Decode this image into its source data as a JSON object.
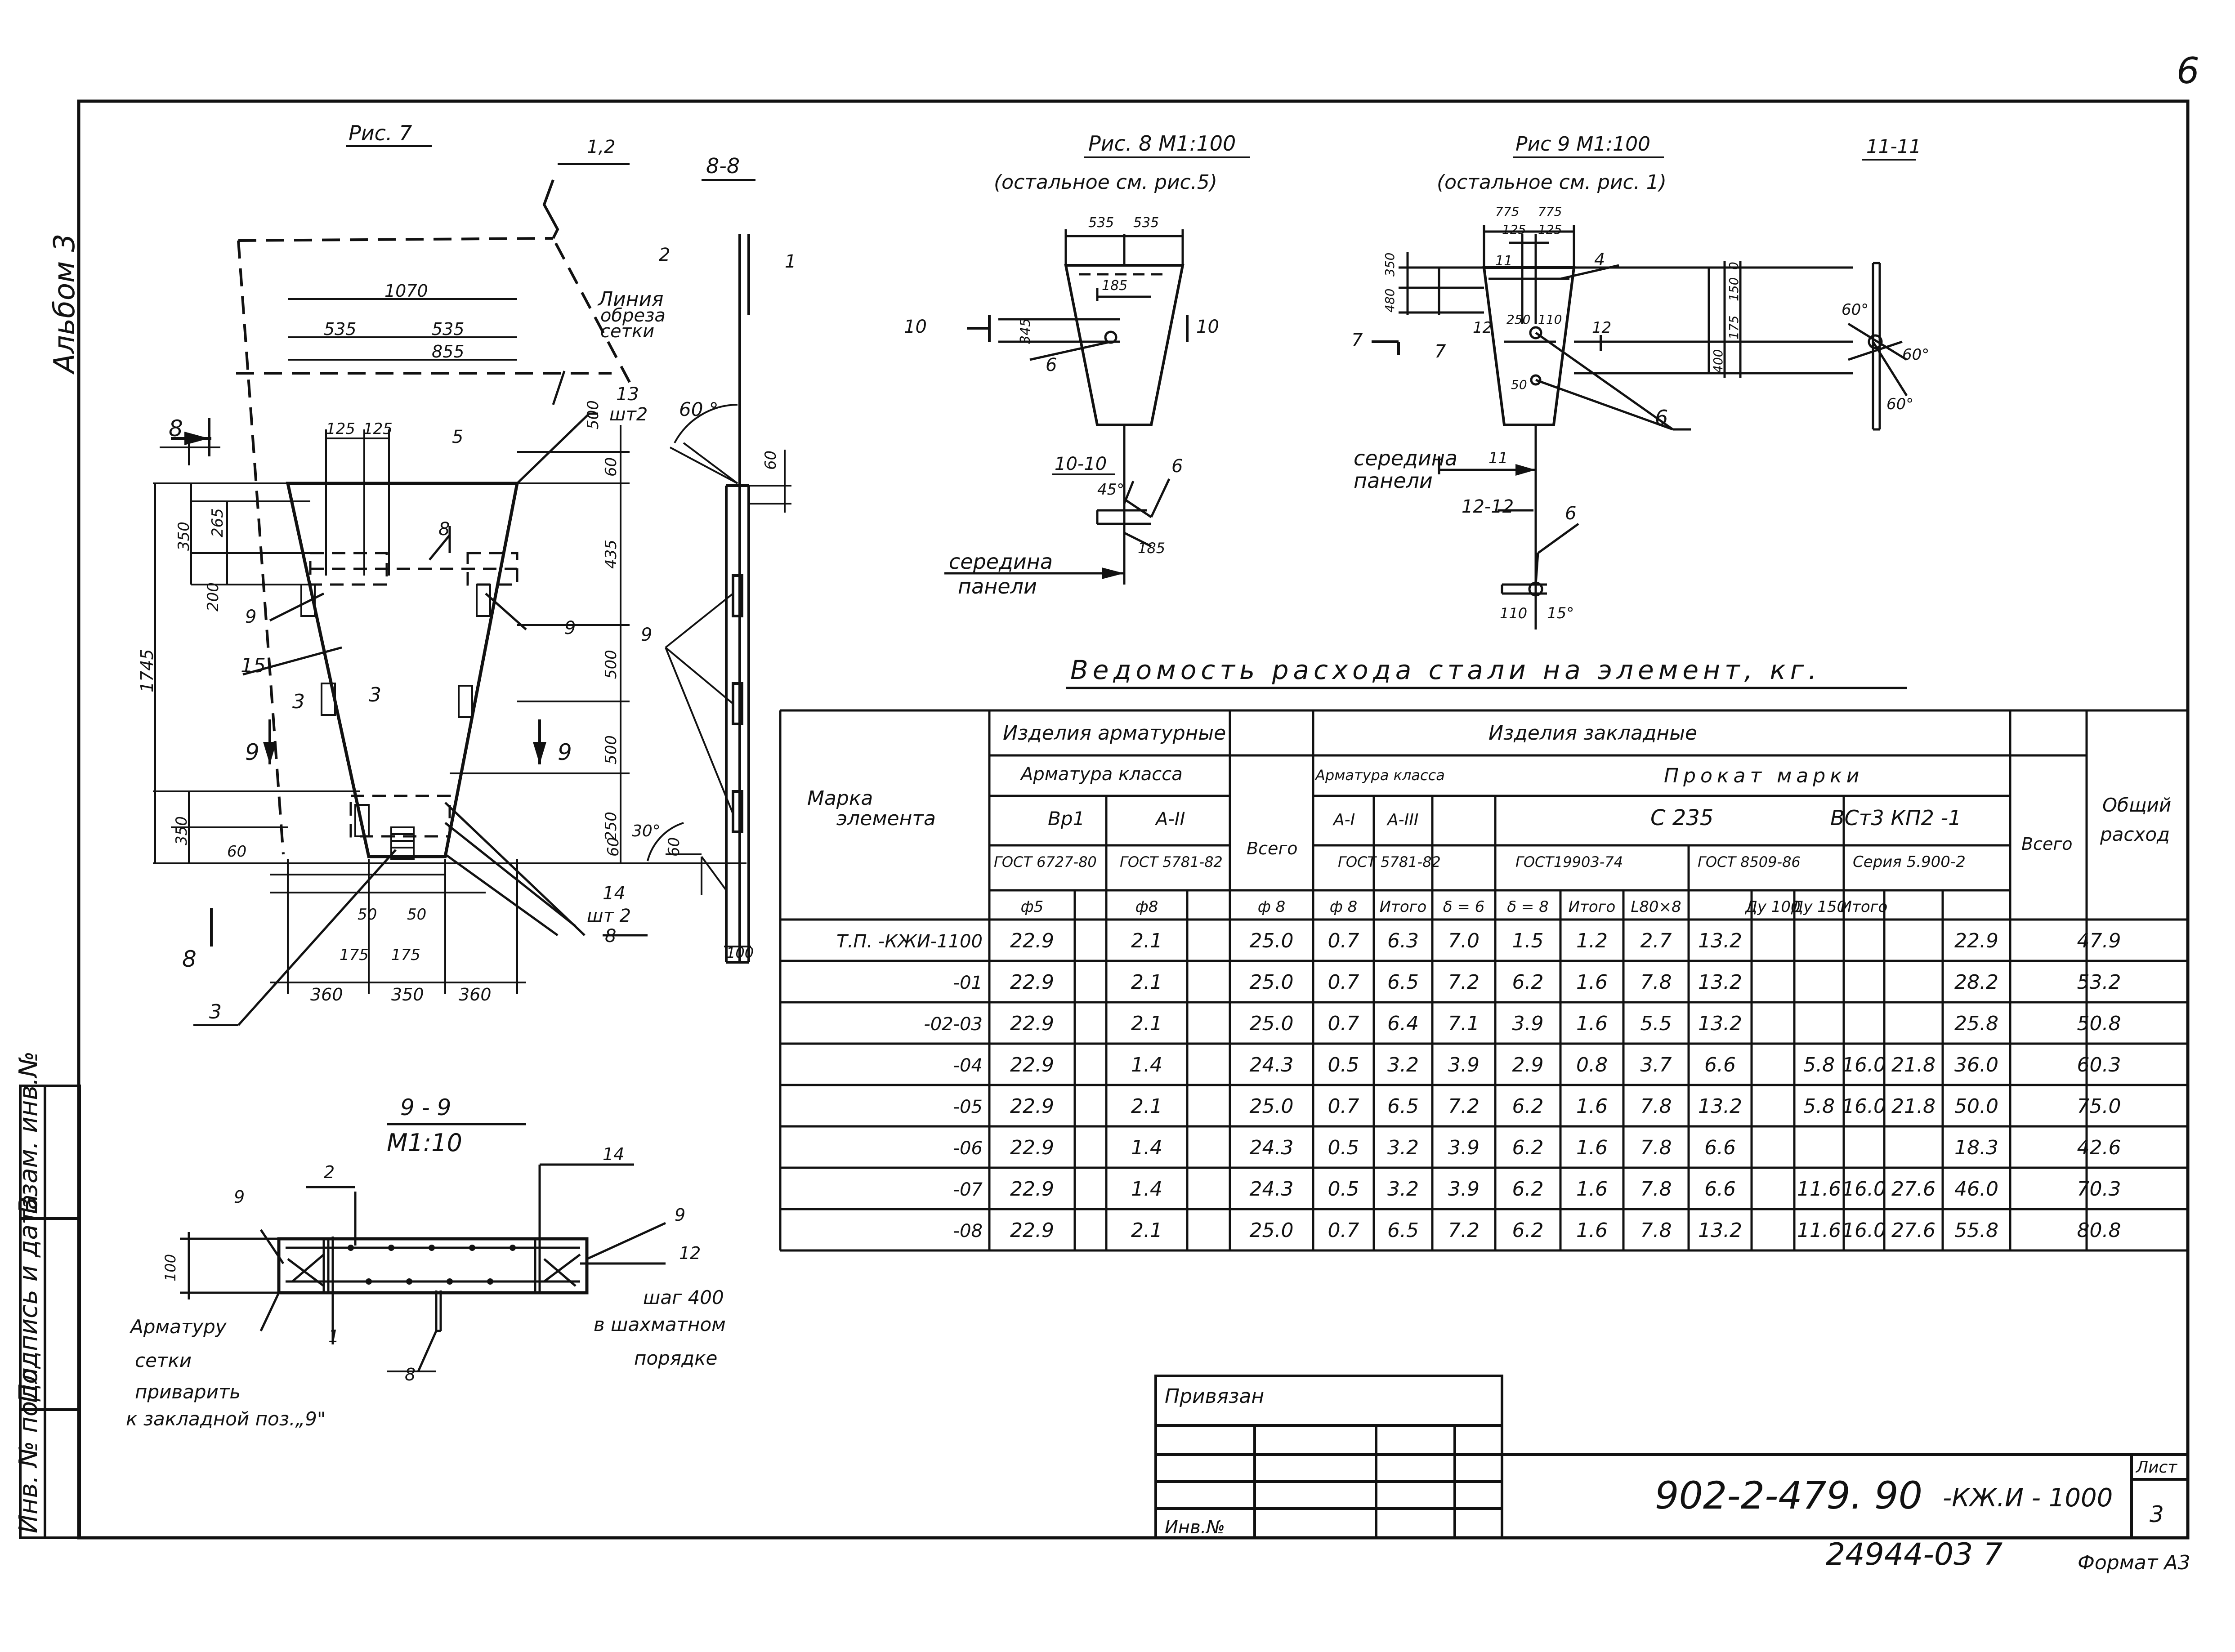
{
  "sheet": {
    "page_number": "6",
    "album_label": "Альбом 3",
    "format_label": "Формат А3",
    "archive_number": "24944-03",
    "archive_suffix": "7",
    "doc_code": "902-2-479. 90",
    "doc_suffix": "-КЖ.И - 1000",
    "sheet_label": "Лист",
    "sheet_number": "3",
    "bound_label": "Привязан",
    "inv_label": "Инв.№",
    "side_stamp": [
      "Инв. № подл",
      "Подпись и дата",
      "Взам. инв.№"
    ]
  },
  "fig7": {
    "title": "Рис. 7",
    "section_label": "8-8",
    "callouts": [
      "1,2",
      "2",
      "1",
      "5",
      "8",
      "9",
      "9",
      "9",
      "15",
      "13",
      "шт2",
      "14",
      "шт 2",
      "8",
      "3",
      "Линия",
      "обреза",
      "сетки"
    ],
    "dims": [
      "1070",
      "535",
      "535",
      "855",
      "125",
      "125",
      "265",
      "350",
      "200",
      "1745",
      "350",
      "60",
      "500",
      "60",
      "435",
      "500",
      "500",
      "250",
      "60",
      "50",
      "50",
      "175",
      "175",
      "360",
      "350",
      "360",
      "60 °",
      "30°",
      "60",
      "60",
      "100"
    ],
    "cut_marks": [
      "8",
      "8",
      "9",
      "9",
      "3",
      "3"
    ]
  },
  "fig8": {
    "title": "Рис. 8 М1:100",
    "note": "(остальное см. рис.5)",
    "dims": [
      "535",
      "535",
      "185",
      "345"
    ],
    "callouts": [
      "6",
      "6"
    ],
    "cut_marks": [
      "10",
      "10"
    ],
    "section": "10-10",
    "angle": "45°",
    "dim_bottom": "185",
    "mid_label": [
      "середина",
      "панели"
    ]
  },
  "fig9": {
    "title": "Рис 9 М1:100",
    "note": "(остальное см. рис. 1)",
    "dims_top": [
      "775",
      "775",
      "125",
      "125"
    ],
    "dims_left": [
      "480",
      "350",
      "400",
      "175",
      "150",
      "0"
    ],
    "dims_inner": [
      "250",
      "110",
      "50"
    ],
    "callouts": [
      "4",
      "11",
      "6",
      "6"
    ],
    "cut_marks": [
      "7",
      "7",
      "12",
      "12",
      "11"
    ],
    "mid_label": [
      "середина",
      "панели"
    ],
    "section_a": "11-11",
    "section_b": "12-12",
    "angles": [
      "60°",
      "60°",
      "60°",
      "15°"
    ],
    "dim_bottom": "110"
  },
  "fig99": {
    "title": "9 - 9",
    "scale": "М1:10",
    "callouts": [
      "9",
      "2",
      "14",
      "9",
      "12",
      "1",
      "8"
    ],
    "dim_height": "100",
    "note_left": [
      "Арматуру",
      "сетки",
      "приварить",
      "к закладной поз.„9\""
    ],
    "note_right": [
      "шаг 400",
      "в шахматном",
      "порядке"
    ]
  },
  "steel_table": {
    "title": "Ведомость расхода стали на элемент, кг.",
    "header": {
      "mark": [
        "Марка",
        "элемента"
      ],
      "rebar_products": "Изделия арматурные",
      "rebar_class": "Арматура класса",
      "bp1": "Вр1",
      "a2": "А-II",
      "gost_6727": "ГОСТ 6727-80",
      "gost_5781_a": "ГОСТ 5781-82",
      "total_a": "Всего",
      "embedded_products": "Изделия закладные",
      "emb_rebar_class": "Арматура класса",
      "a1": "А-I",
      "a3": "А-III",
      "gost_5781_b": "ГОСТ 5781-82",
      "rolled": "Прокат марки",
      "c235": "С 235",
      "vst3": "ВСт3 КП2 -1",
      "gost_19903": "ГОСТ19903-74",
      "gost_8509": "ГОСТ 8509-86",
      "series": "Серия 5.900-2",
      "total_b": "Всего",
      "grand_total": [
        "Общий",
        "расход"
      ],
      "sub": [
        "ф5",
        "",
        "ф8",
        "",
        "ф 8",
        "ф 8",
        "Итого",
        "δ = 6",
        "δ = 8",
        "Итого",
        "L80×8",
        "",
        "Ду 100",
        "Ду 150",
        "Итого"
      ]
    },
    "rows": [
      {
        "mark": "Т.П.           -КЖИ-1100",
        "v": [
          "22.9",
          "",
          "2.1",
          "",
          "25.0",
          "0.7",
          "6.3",
          "7.0",
          "1.5",
          "1.2",
          "2.7",
          "13.2",
          "",
          "",
          "",
          "",
          "22.9",
          "47.9"
        ]
      },
      {
        "mark": "-01",
        "v": [
          "22.9",
          "",
          "2.1",
          "",
          "25.0",
          "0.7",
          "6.5",
          "7.2",
          "6.2",
          "1.6",
          "7.8",
          "13.2",
          "",
          "",
          "",
          "",
          "28.2",
          "53.2"
        ]
      },
      {
        "mark": "-02-03",
        "v": [
          "22.9",
          "",
          "2.1",
          "",
          "25.0",
          "0.7",
          "6.4",
          "7.1",
          "3.9",
          "1.6",
          "5.5",
          "13.2",
          "",
          "",
          "",
          "",
          "25.8",
          "50.8"
        ]
      },
      {
        "mark": "-04",
        "v": [
          "22.9",
          "",
          "1.4",
          "",
          "24.3",
          "0.5",
          "3.2",
          "3.9",
          "2.9",
          "0.8",
          "3.7",
          "6.6",
          "",
          "5.8",
          "16.0",
          "21.8",
          "36.0",
          "60.3"
        ]
      },
      {
        "mark": "-05",
        "v": [
          "22.9",
          "",
          "2.1",
          "",
          "25.0",
          "0.7",
          "6.5",
          "7.2",
          "6.2",
          "1.6",
          "7.8",
          "13.2",
          "",
          "5.8",
          "16.0",
          "21.8",
          "50.0",
          "75.0"
        ]
      },
      {
        "mark": "-06",
        "v": [
          "22.9",
          "",
          "1.4",
          "",
          "24.3",
          "0.5",
          "3.2",
          "3.9",
          "6.2",
          "1.6",
          "7.8",
          "6.6",
          "",
          "",
          "",
          "",
          "18.3",
          "42.6"
        ]
      },
      {
        "mark": "-07",
        "v": [
          "22.9",
          "",
          "1.4",
          "",
          "24.3",
          "0.5",
          "3.2",
          "3.9",
          "6.2",
          "1.6",
          "7.8",
          "6.6",
          "",
          "11.6",
          "16.0",
          "27.6",
          "46.0",
          "70.3"
        ]
      },
      {
        "mark": "-08",
        "v": [
          "22.9",
          "",
          "2.1",
          "",
          "25.0",
          "0.7",
          "6.5",
          "7.2",
          "6.2",
          "1.6",
          "7.8",
          "13.2",
          "",
          "11.6",
          "16.0",
          "27.6",
          "55.8",
          "80.8"
        ]
      }
    ]
  }
}
